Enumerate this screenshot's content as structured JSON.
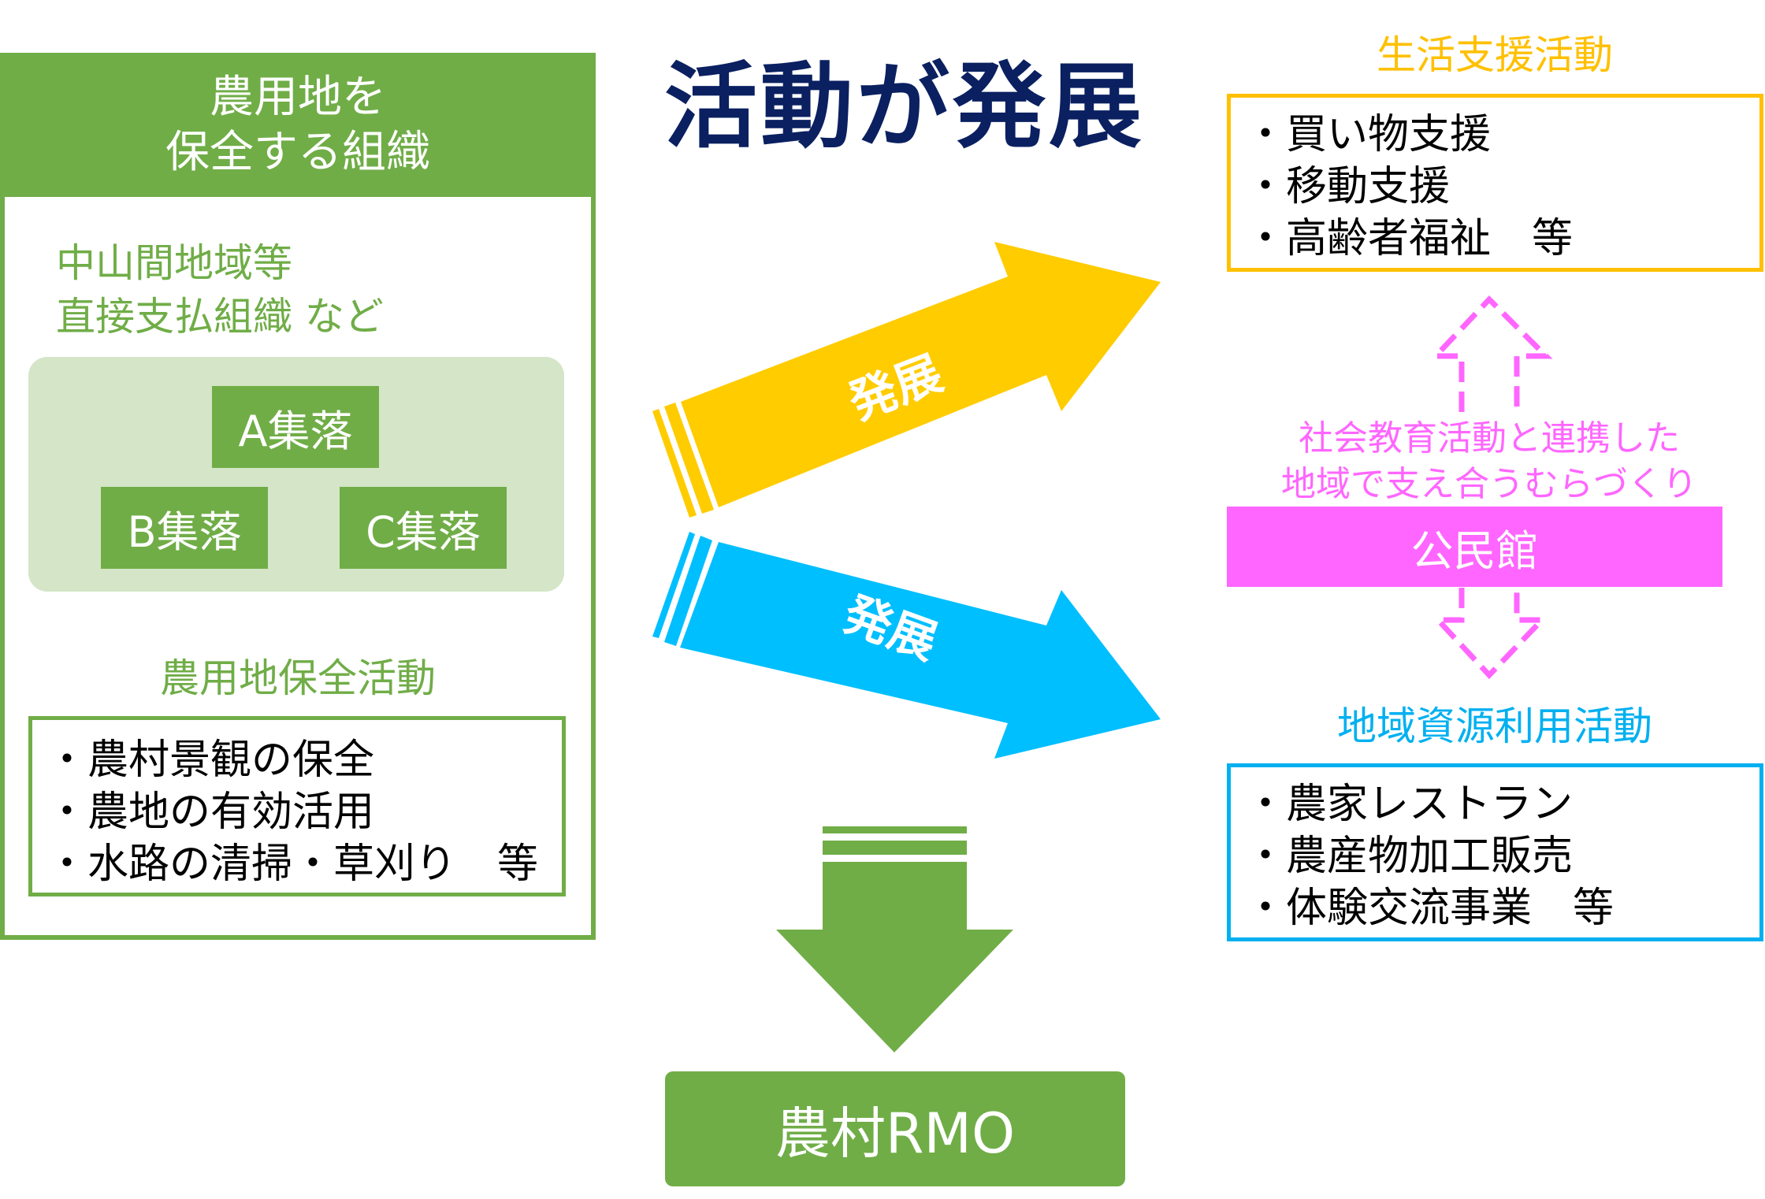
{
  "title": "活動が発展",
  "colors": {
    "green": "#70ad47",
    "light_green": "#d5e5c8",
    "navy": "#0a2060",
    "yellow": "#ffc000",
    "arrow_yellow": "#ffcc00",
    "blue": "#00b0f0",
    "arrow_blue": "#00bfff",
    "pink": "#ff66ff"
  },
  "organization": {
    "header_lines": [
      "農用地を",
      "保全する組織"
    ],
    "subtitle_lines": [
      "中山間地域等",
      "直接支払組織 など"
    ],
    "villages": [
      "A集落",
      "B集落",
      "C集落"
    ],
    "activities_title": "農用地保全活動",
    "activities": [
      "・農村景観の保全",
      "・農地の有効活用",
      "・水路の清掃・草刈り　等"
    ]
  },
  "arrows": {
    "up_label": "発展",
    "down_label": "発展"
  },
  "life_support": {
    "title": "生活支援活動",
    "items": [
      "・買い物支援",
      "・移動支援",
      "・高齢者福祉　等"
    ]
  },
  "community": {
    "text_lines": [
      "社会教育活動と連携した",
      "地域で支え合うむらづくり"
    ],
    "hall_label": "公民館"
  },
  "local_resource": {
    "title": "地域資源利用活動",
    "items": [
      "・農家レストラン",
      "・農産物加工販売",
      "・体験交流事業　等"
    ]
  },
  "rmo": {
    "label": "農村RMO"
  }
}
